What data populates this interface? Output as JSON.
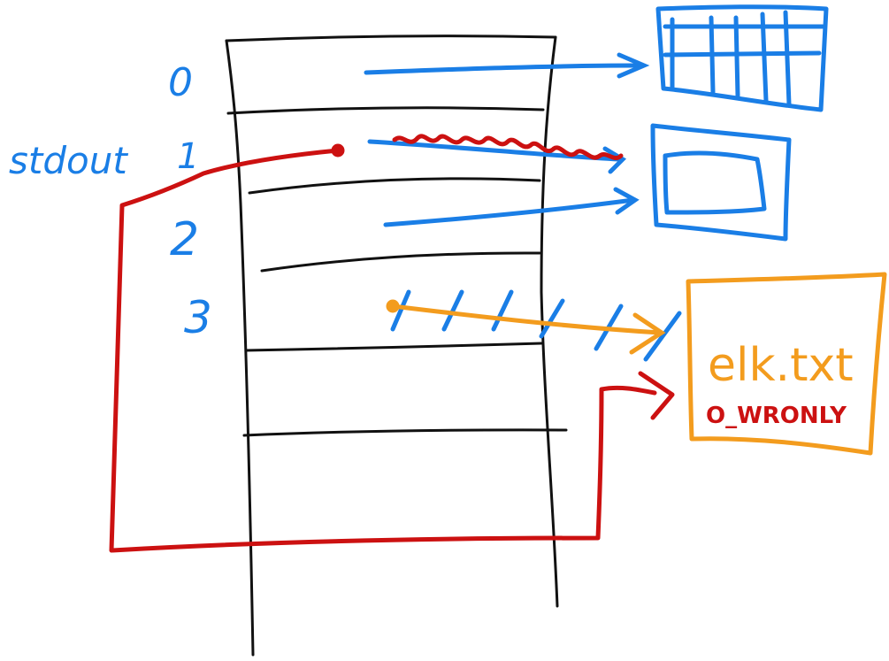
{
  "colors": {
    "ink": "#111111",
    "blue": "#1a7ee6",
    "red": "#cc1111",
    "orange": "#f39c1e"
  },
  "fd_table": {
    "indices": [
      {
        "id": "fd-0",
        "label": "0"
      },
      {
        "id": "fd-1",
        "label": "1"
      },
      {
        "id": "fd-2",
        "label": "2"
      },
      {
        "id": "fd-3",
        "label": "3"
      }
    ],
    "stdout_label": "stdout"
  },
  "file": {
    "name": "elk.txt",
    "flag": "O_WRONLY"
  },
  "icons": [
    "terminal-grid-icon",
    "screen-icon",
    "file-box-icon"
  ]
}
